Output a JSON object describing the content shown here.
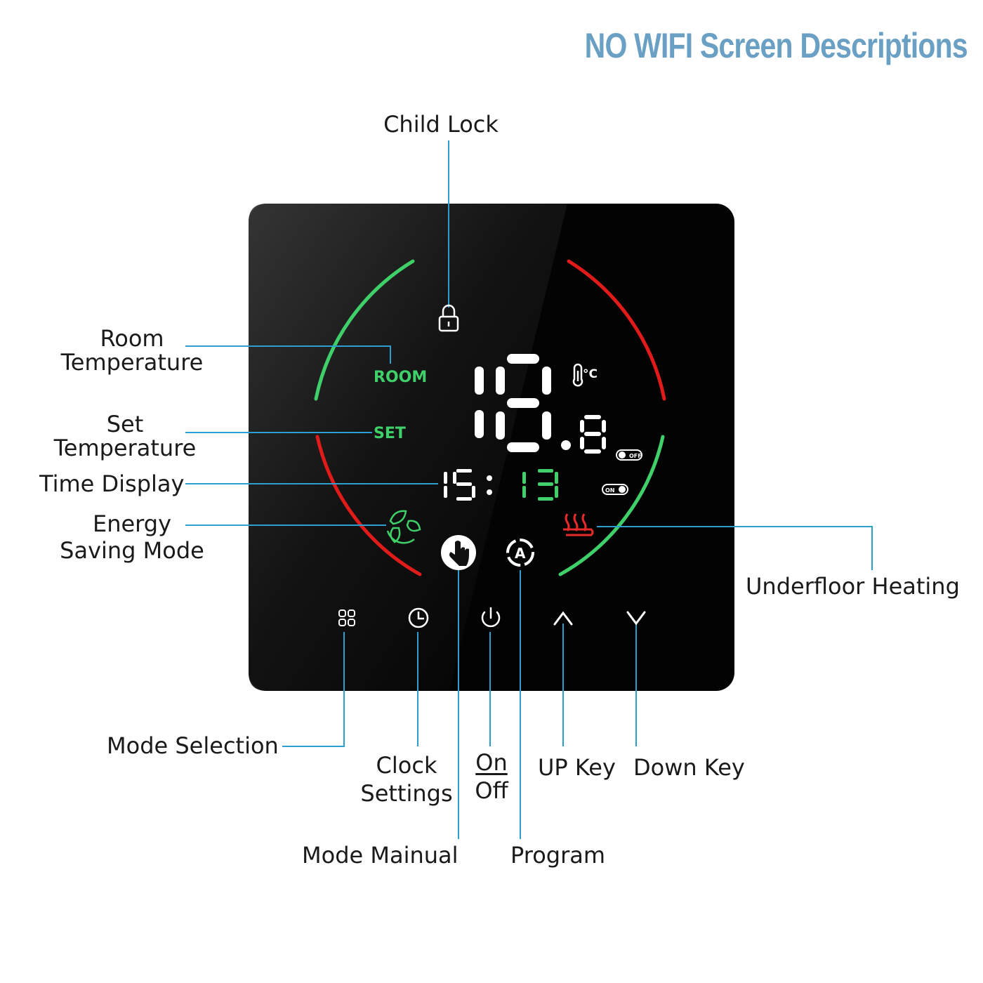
{
  "title": "NO WIFI Screen Descriptions",
  "colors": {
    "title": "#6aa0c4",
    "leader": "#2a9fd0",
    "panel": "#050505",
    "ring_green": "#3fd06a",
    "ring_red": "#e11a1a",
    "lcd_white": "#ffffff",
    "lcd_green": "#3fd06a",
    "heat_red": "#e62a2a"
  },
  "labels": {
    "child_lock": "Child Lock",
    "room_temperature": [
      "Room",
      "Temperature"
    ],
    "set_temperature": [
      "Set",
      "Temperature"
    ],
    "time_display": "Time Display",
    "energy_saving": [
      "Energy",
      "Saving Mode"
    ],
    "underfloor_heating": "Underfloor Heating",
    "mode_selection": "Mode Selection",
    "clock_settings": [
      "Clock",
      "Settings"
    ],
    "on_off": [
      "On",
      "Off"
    ],
    "up_key": "UP Key",
    "down_key": "Down Key",
    "mode_manual": "Mode Mainual",
    "program": "Program"
  },
  "display": {
    "room_tag": "ROOM",
    "set_tag": "SET",
    "unit": "°C",
    "temperature": "18.8",
    "time": "15:13",
    "off_badge": "OFF",
    "on_badge": "ON",
    "program_badge": "A"
  },
  "icons": {
    "lock": "lock-icon",
    "thermometer": "thermometer-icon",
    "leaf": "leaf-cycle-icon",
    "heating": "underfloor-heating-icon",
    "hand": "hand-manual-icon",
    "program": "program-cycle-icon",
    "mode": "grid-mode-icon",
    "clock": "clock-icon",
    "power": "power-icon",
    "up": "chevron-up-icon",
    "down": "chevron-down-icon"
  }
}
